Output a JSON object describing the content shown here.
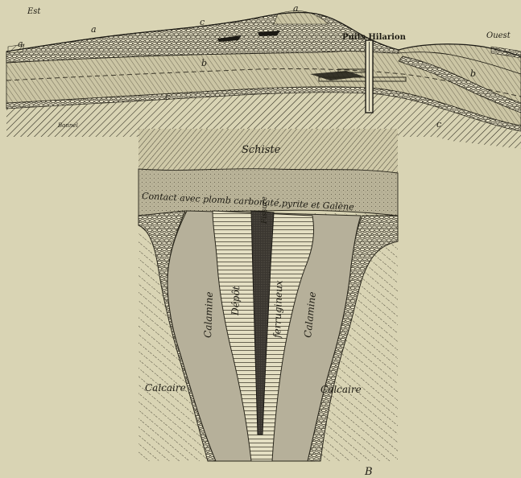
{
  "top_section": {
    "label_east": "Est",
    "label_west": "Ouest",
    "label_shaft": "Puits Hilarion",
    "layer_marks": [
      "a",
      "a",
      "c",
      "a",
      "b",
      "c",
      "b",
      "c"
    ],
    "signature": "Bonnel"
  },
  "bottom_section": {
    "label_schist": "Schiste",
    "label_contact": "Contact avec plomb carbonaté,pyrite et Galène",
    "label_calamine_left": "Calamine",
    "label_depot": "Dépôt",
    "label_fissure": "Fissure",
    "label_ferrugineux": "ferrugineux",
    "label_calamine_right": "Calamine",
    "label_calcaire_left": "Calcaire",
    "label_calcaire_right": "Calcaire",
    "figure_mark": "B"
  }
}
